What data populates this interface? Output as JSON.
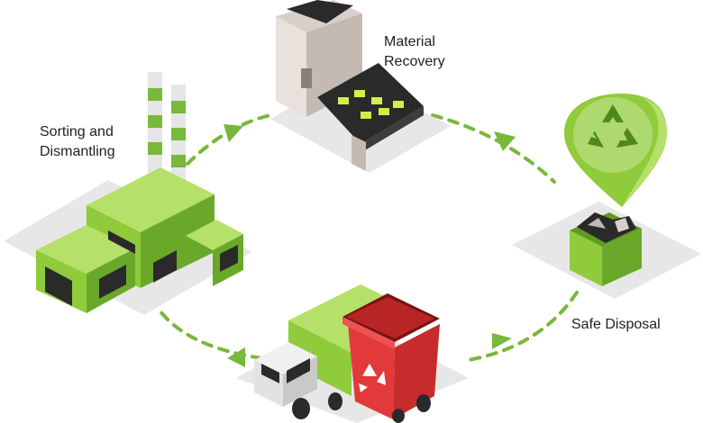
{
  "labels": {
    "material_recovery": [
      "Material",
      "Recovery"
    ],
    "sorting_dismantling": [
      "Sorting and",
      "Dismantling"
    ],
    "safe_disposal": "Safe Disposal"
  },
  "colors": {
    "green": "#8fcb3a",
    "green_dark": "#5e9a1e",
    "green_light": "#b5e06a",
    "arrow": "#78b83a",
    "platform": "#e7e7e7",
    "red_bin": "#e23a3a",
    "machine": "#d9cfc9",
    "black": "#2a2a2a"
  },
  "icons": [
    "recycle-icon",
    "location-pin-icon",
    "arrow-icon"
  ]
}
